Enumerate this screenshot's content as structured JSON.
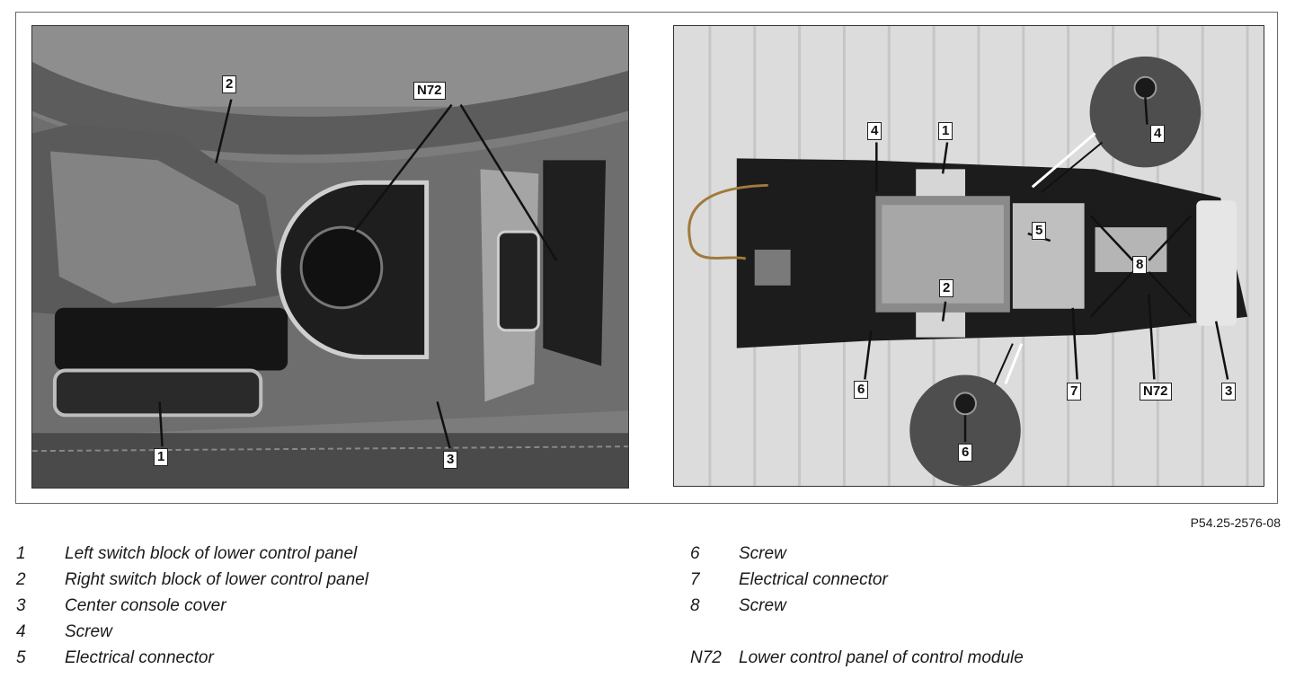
{
  "figure": {
    "left_photo": {
      "callouts": [
        "2",
        "N72",
        "1",
        "3"
      ]
    },
    "right_photo": {
      "callouts": [
        "4",
        "1",
        "4",
        "5",
        "8",
        "2",
        "6",
        "7",
        "N72",
        "3",
        "6"
      ]
    },
    "figure_id": "P54.25-2576-08"
  },
  "legend": {
    "left": [
      {
        "num": "1",
        "text": "Left switch block of lower control panel"
      },
      {
        "num": "2",
        "text": "Right switch block of lower control panel"
      },
      {
        "num": "3",
        "text": "Center console cover"
      },
      {
        "num": "4",
        "text": "Screw"
      },
      {
        "num": "5",
        "text": "Electrical connector"
      }
    ],
    "right": [
      {
        "num": "6",
        "text": "Screw"
      },
      {
        "num": "7",
        "text": "Electrical connector"
      },
      {
        "num": "8",
        "text": "Screw"
      }
    ],
    "right_extra": {
      "num": "N72",
      "text": "Lower control panel of control module"
    }
  }
}
